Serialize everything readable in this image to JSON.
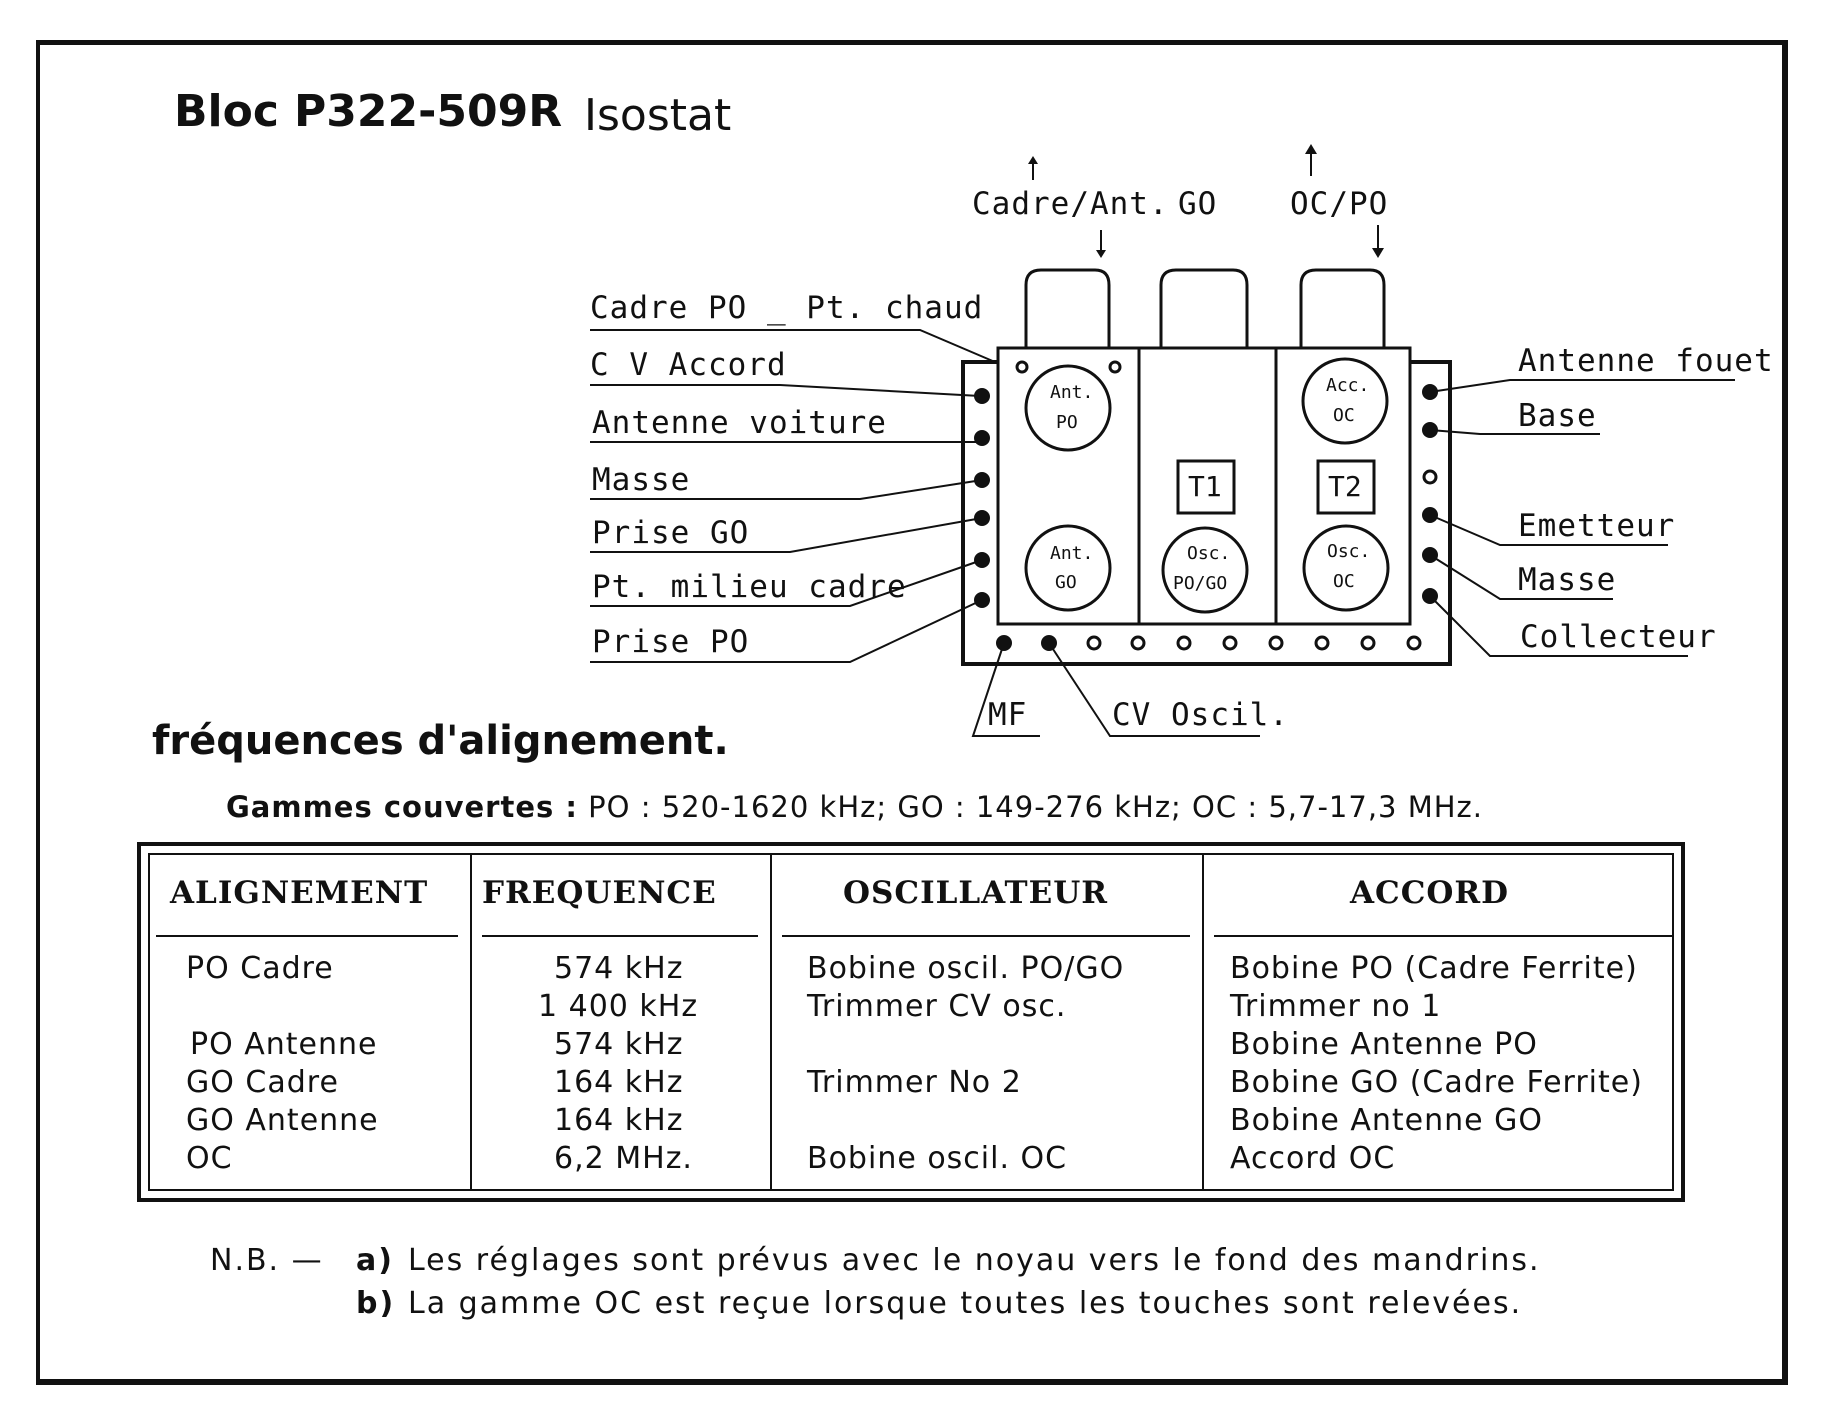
{
  "title": {
    "bloc": "Bloc",
    "model": "P322-509R",
    "brand": "Isostat"
  },
  "top_labels": {
    "cadre_ant": "Cadre/Ant.",
    "go": "GO",
    "oc_po": "OC/PO"
  },
  "left_labels": [
    "Cadre PO _ Pt. chaud",
    "C V  Accord",
    "Antenne voiture",
    "Masse",
    "Prise GO",
    "Pt. milieu cadre",
    "Prise PO"
  ],
  "right_labels": [
    "Antenne fouet",
    "Base",
    "Emetteur",
    "Masse",
    "Collecteur"
  ],
  "bottom_labels": {
    "mf": "MF",
    "cv_oscil": "CV Oscil."
  },
  "coils": {
    "ant_po": [
      "Ant.",
      "PO"
    ],
    "ant_go": [
      "Ant.",
      "GO"
    ],
    "acc_oc": [
      "Acc.",
      "OC"
    ],
    "osc_pogo": [
      "Osc.",
      "PO/GO"
    ],
    "osc_oc": [
      "Osc.",
      "OC"
    ],
    "t1": "T1",
    "t2": "T2"
  },
  "heading": "fréquences d'alignement.",
  "gammes": {
    "label": "Gammes couvertes :",
    "text": "PO :  520-1620  kHz;  GO :  149-276  kHz;  OC :  5,7-17,3  MHz."
  },
  "table": {
    "headers": [
      "ALIGNEMENT",
      "FREQUENCE",
      "OSCILLATEUR",
      "ACCORD"
    ],
    "rows": [
      [
        "PO  Cadre",
        "574  kHz",
        "Bobine  oscil.  PO/GO",
        "Bobine  PO  (Cadre  Ferrite)"
      ],
      [
        "",
        "1 400  kHz",
        "Trimmer  CV  osc.",
        "Trimmer  no  1"
      ],
      [
        "PO  Antenne",
        "574  kHz",
        "",
        "Bobine  Antenne  PO"
      ],
      [
        "GO  Cadre",
        "164  kHz",
        "Trimmer  No  2",
        "Bobine  GO  (Cadre  Ferrite)"
      ],
      [
        "GO  Antenne",
        "164  kHz",
        "",
        "Bobine  Antenne  GO"
      ],
      [
        "OC",
        "6,2  MHz.",
        "Bobine  oscil.  OC",
        "Accord  OC"
      ]
    ]
  },
  "notes": {
    "prefix": "N.B. —",
    "a_key": "a)",
    "a_text": "Les  réglages  sont  prévus  avec  le  noyau  vers  le  fond  des  mandrins.",
    "b_key": "b)",
    "b_text": "La  gamme  OC  est  reçue  lorsque  toutes  les  touches  sont  relevées."
  }
}
